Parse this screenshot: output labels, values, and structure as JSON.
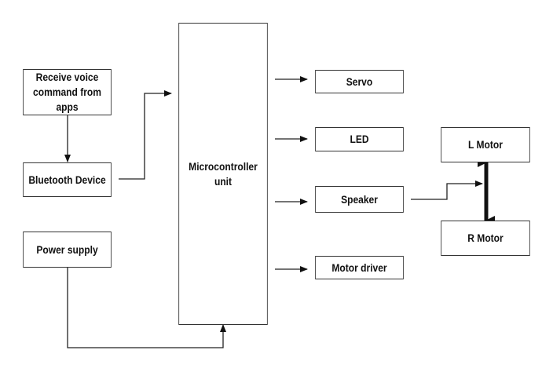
{
  "diagram": {
    "blocks": {
      "receive": "Receive voice\ncommand from apps",
      "bluetooth": "Bluetooth Device",
      "power": "Power supply",
      "mcu": "Microcontroller unit",
      "servo": "Servo",
      "led": "LED",
      "speaker": "Speaker",
      "motor_driver": "Motor driver",
      "l_motor": "L Motor",
      "r_motor": "R Motor"
    },
    "connections": [
      {
        "from": "Receive voice command from apps",
        "to": "Bluetooth Device",
        "type": "arrow"
      },
      {
        "from": "Bluetooth Device",
        "to": "Microcontroller unit",
        "type": "arrow"
      },
      {
        "from": "Power supply",
        "to": "Microcontroller unit",
        "type": "arrow"
      },
      {
        "from": "Microcontroller unit",
        "to": "Servo",
        "type": "arrow"
      },
      {
        "from": "Microcontroller unit",
        "to": "LED",
        "type": "arrow"
      },
      {
        "from": "Microcontroller unit",
        "to": "Speaker",
        "type": "arrow"
      },
      {
        "from": "Microcontroller unit",
        "to": "Motor driver",
        "type": "arrow"
      },
      {
        "from": "Speaker",
        "to": "L Motor / R Motor link",
        "type": "arrow"
      },
      {
        "from": "L Motor",
        "to": "R Motor",
        "type": "bidirectional-thick"
      }
    ]
  }
}
